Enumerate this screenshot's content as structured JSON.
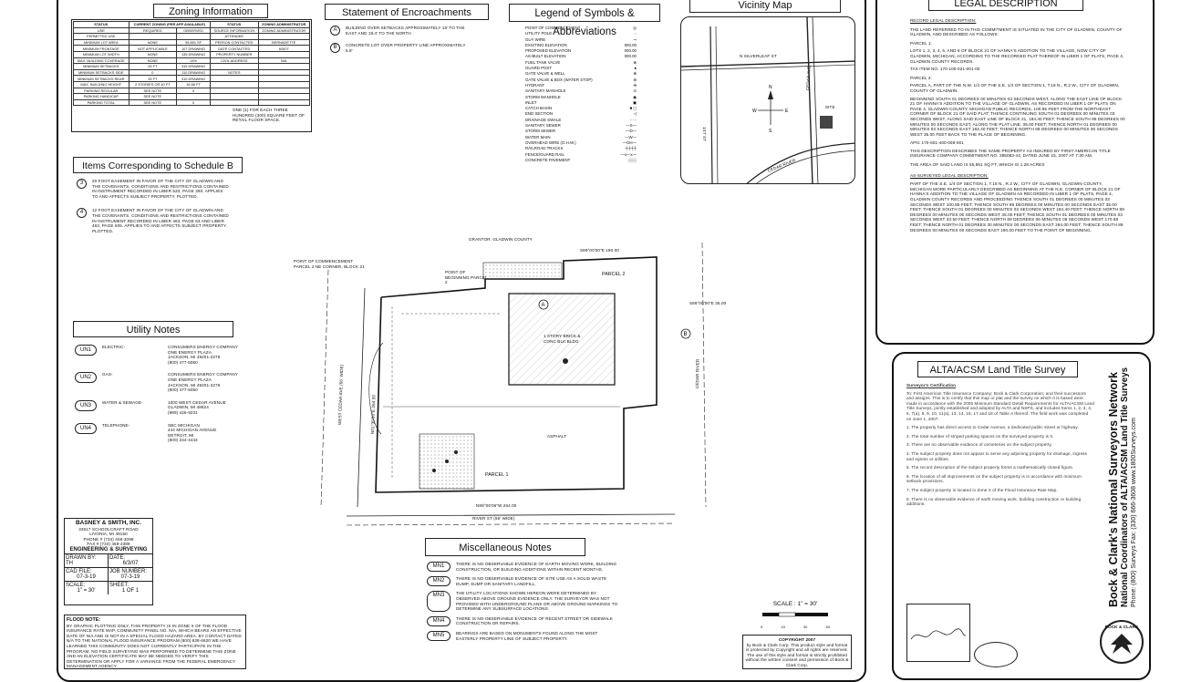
{
  "zoning": {
    "title": "Zoning Information",
    "header": [
      "STATUS",
      "CURRENT ZONING (PER APP AVAILABLE)",
      "STATUS",
      "ZONING ADMINISTRATOR"
    ],
    "rows": [
      [
        "USE",
        "REQUIRED",
        "OBSERVED",
        "SOURCE INFORMATION",
        "ZONING ADMINISTRATOR"
      ],
      [
        "PERMITTED USE",
        "",
        "",
        "ATTENDEE",
        ""
      ],
      [
        "MINIMUM LOT AREA",
        "NONE",
        "55,851 SF",
        "PERSON CONTACTED",
        "BERNADETTE"
      ],
      [
        "MINIMUM FRONTAGE",
        "NOT APPLICABLE",
        "107 DRAWING",
        "DATE CONTACTED",
        "6/5/07"
      ],
      [
        "MINIMUM LOT WIDTH",
        "NONE",
        "135 DRAWING",
        "PROPERTY NUMBER",
        ""
      ],
      [
        "MAX. BUILDING COVERAGE",
        "NONE",
        "14%",
        "CIVIL ADDRESS",
        "N/A"
      ],
      [
        "MINIMUM SETBACKS",
        "25 FT",
        "315 DRAWING",
        "",
        ""
      ],
      [
        "MINIMUM SETBACKS SIDE",
        "0",
        "110 DRAWING",
        "NOTES",
        ""
      ],
      [
        "MINIMUM SETBACKS REAR",
        "25 FT",
        "310 DRAWING",
        "",
        ""
      ],
      [
        "MAX. BUILDING HEIGHT",
        "2 STORIES OR 40 FT",
        "16.56 FT",
        "",
        ""
      ],
      [
        "PARKING REGULAR",
        "SEE NOTE",
        "0",
        "",
        ""
      ],
      [
        "PARKING HANDICAP",
        "SEE NOTE",
        "",
        "",
        ""
      ],
      [
        "PARKING TOTAL",
        "SEE NOTE",
        "0",
        "",
        ""
      ]
    ],
    "note": "ONE (1) FOR EACH THREE HUNDRED (300) SQUARE FEET OF RETAIL FLOOR SPACE."
  },
  "encroachments": {
    "title": "Statement of Encroachments",
    "items": [
      {
        "id": "A",
        "text": "BUILDING OVER SETBACKS APPROXIMATELY 15' TO THE EAST AND 19.4' TO THE NORTH"
      },
      {
        "id": "B",
        "text": "CONCRETE LOT OVER PROPERTY LINE APPROXIMATELY 5.8'"
      }
    ]
  },
  "legend": {
    "title": "Legend of Symbols & Abbreviations",
    "items": [
      {
        "label": "POINT OF COMMENCEMENT",
        "sym": "◎"
      },
      {
        "label": "UTILITY POLE",
        "sym": "◌"
      },
      {
        "label": "GUY WIRE",
        "sym": "⊸"
      },
      {
        "label": "EXISTING ELEVATION",
        "sym": "000.00"
      },
      {
        "label": "PROPOSED ELEVATION",
        "sym": "000.00"
      },
      {
        "label": "AS-BUILT ELEVATION",
        "sym": "000.00"
      },
      {
        "label": "FUEL TANK VALVE",
        "sym": "⊗"
      },
      {
        "label": "GUARD POST",
        "sym": "●"
      },
      {
        "label": "GATE VALVE & WELL",
        "sym": "⊕"
      },
      {
        "label": "GATE VALVE & BOX (WATER STOP)",
        "sym": "⊛"
      },
      {
        "label": "HYDRANT",
        "sym": "✣"
      },
      {
        "label": "SANITARY MANHOLE",
        "sym": "⊙"
      },
      {
        "label": "STORM MANHOLE",
        "sym": "◉"
      },
      {
        "label": "INLET",
        "sym": "▣"
      },
      {
        "label": "CATCH BASIN",
        "sym": "■ ◻"
      },
      {
        "label": "END SECTION",
        "sym": "◁"
      },
      {
        "label": "DRAINAGE SWALE",
        "sym": "- - -"
      },
      {
        "label": "SANITARY SEWER",
        "sym": "—S—"
      },
      {
        "label": "STORM SEWER",
        "sym": "—D—"
      },
      {
        "label": "WATER MAIN",
        "sym": "—W—"
      },
      {
        "label": "OVERHEAD WIRE (O.H.W.)",
        "sym": "—OH—"
      },
      {
        "label": "RAILROAD TRACKS",
        "sym": "┼┼┼┼"
      },
      {
        "label": "FENCE/GUARD RAIL",
        "sym": "—x—x—"
      },
      {
        "label": "CONCRETE PAVEMENT",
        "sym": "░░░"
      }
    ]
  },
  "vicinity": {
    "title": "Vicinity Map",
    "labels": {
      "street1": "N SILVERLEAF ST",
      "street2": "1ST ST",
      "street3": "CEDAR AVE",
      "river": "CEDAR RIVER",
      "site": "SITE"
    }
  },
  "legal": {
    "title": "LEGAL DESCRIPTION",
    "heading1": "RECORD LEGAL DESCRIPTION:",
    "intro": "THE LAND REFERRED TO IN THIS COMMITMENT IS SITUATED IN THE CITY OF GLADWIN, COUNTY OF GLADWIN, AND DESCRIBED AS FOLLOWS:",
    "parcel1_head": "PARCEL 1:",
    "parcel1": "LOTS 1, 2, 3, 4, 5, AND 6 OF BLOCK 21 OF HANNA'S ADDITION TO THE VILLAGE, NOW CITY OF GLADWIN, MICHIGAN, ACCORDING TO THE RECORDED PLAT THEREOF IN LIBER 1 OF PLATS, PAGE 4, GLADWIN COUNTY RECORDS.",
    "tax1": "TAX ITEM NO. 170-100-021-001-00",
    "parcel2_head": "PARCEL 2:",
    "parcel2": "PARCEL A, PART OF THE N.W. 1/4 OF THE S.E. 1/4 OF SECTION 1, T.18 N., R.2 W., CITY OF GLADWIN, COUNTY OF GLADWIN.",
    "parcel2_body": "BEGINNING SOUTH 01 DEGREES 00 MINUTES 03 SECONDS WEST, ALONG THE EAST LINE OF BLOCK 21 OF HANNA'S ADDITION TO THE VILLAGE OF GLADWIN, AS RECORDED IN LIBER 1 OF PLATS ON PAGE 4, GLADWIN COUNTY, MICHIGAN PUBLIC RECORDS, 100.85 FEET FROM THE NORTHEAST CORNER OF BLOCK 21 OF SAID PLAT; THENCE CONTINUING SOUTH 01 DEGREES 00 MINUTES 03 SECONDS WEST, ALONG SAID EAST LINE OF BLOCK 21, 184.40 FEET; THENCE SOUTH 89 DEGREES 00 MINUTES 00 SECONDS EAST, ALONG THE PLAT LINE, 35.00 FEET; THENCE NORTH 01 DEGREES 00 MINUTES 03 SECONDS EAST 184.40 FEET; THENCE NORTH 89 DEGREES 00 MINUTES 00 SECONDS WEST 35.00 FEET BACK TO THE PLACE OF BEGINNING.",
    "apn": "APN: 170-601-400-008-001",
    "same": "THIS DESCRIPTION DESCRIBES THE SAME PROPERTY AS INSURED BY FIRST AMERICAN TITLE INSURANCE COMPANY COMMITMENT NO. 285083-44, DATED JUNE 15, 2007 AT 7:30 AM.",
    "area": "THE AREA OF SAID LAND IS 55,851 SQ FT, WHICH IS 1.28 ACRES",
    "heading2": "AS-SURVEYED LEGAL DESCRIPTION:",
    "surveyed": "PART OF THE S.E. 1/4 OF SECTION 1, T.18 N., R.2 W., CITY OF GLADWIN, GLADWIN COUNTY, MICHIGAN MORE PARTICULARLY DESCRIBED AS BEGINNING AT THE N.E. CORNER OF BLOCK 21 OF HANNA'S ADDITION TO THE VILLAGE OF GLADWIN AS RECORDED IN LIBER 1 OF PLATS, PAGE 4, GLADWIN COUNTY RECORDS AND PROCEEDING THENCE SOUTH 01 DEGREES 00 MINUTES 03 SECONDS WEST 100.85 FEET; THENCE SOUTH 89 DEGREES 00 MINUTES 00 SECONDS EAST 35.00 FEET; THENCE SOUTH 01 DEGREES 00 MINUTES 03 SECONDS WEST 184.40 FEET; THENCE NORTH 89 DEGREES 00 MINUTES 00 SECONDS WEST 35.00 FEET; THENCE SOUTH 01 DEGREES 00 MINUTES 03 SECONDS WEST 33.50 FEET; THENCE NORTH 89 DEGREES 06 MINUTES 06 SECONDS WEST 170.68 FEET; THENCE NORTH 01 DEGREES 30 MINUTES 00 SECONDS EAST 264.00 FEET; THENCE SOUTH 89 DEGREES 00 MINUTES 00 SECONDS EAST 190.00 FEET TO THE POINT OF BEGINNING."
  },
  "schedule_b": {
    "title": "Items Corresponding to Schedule B",
    "items": [
      {
        "id": "3",
        "text": "20 FOOT EASEMENT IN FAVOR OF THE CITY OF GLADWIN AND THE COVENANTS, CONDITIONS AND RESTRICTIONS CONTAINED IN INSTRUMENT RECORDED IN LIBER 533, PAGE 390. APPLIES TO AND AFFECTS SUBJECT PROPERTY. PLOTTED."
      },
      {
        "id": "4",
        "text": "12 FOOT EASEMENT IN FAVOR OF THE CITY OF GLADWIN AND THE COVENANTS, CONDITIONS AND RESTRICTIONS CONTAINED IN INSTRUMENT RECORDED IN LIBER 463, PAGE 63 AND LIBER 463, PAGE 605. APPLIES TO AND AFFECTS SUBJECT PROPERTY. PLOTTED."
      }
    ]
  },
  "utility": {
    "title": "Utility Notes",
    "items": [
      {
        "id": "UN1",
        "type": "ELECTRIC-",
        "lines": [
          "CONSUMERS ENERGY COMPANY",
          "ONE ENERGY PLAZA",
          "JACKSON, MI 49201-2276",
          "(800) 477-5050"
        ]
      },
      {
        "id": "UN2",
        "type": "GAS-",
        "lines": [
          "CONSUMERS ENERGY COMPANY",
          "ONE ENERGY PLAZA",
          "JACKSON, MI 49201-2276",
          "(800) 477-5050"
        ]
      },
      {
        "id": "UN3",
        "type": "WATER & SEWAGE-",
        "lines": [
          "1000 WEST CEDAR AVENUE",
          "GLADWIN, MI 48624",
          "(989) 426-9231"
        ]
      },
      {
        "id": "UN4",
        "type": "TELEPHONE-",
        "lines": [
          "SBC MICHIGAN",
          "444 MICHIGAN AVENUE",
          "DETROIT, MI",
          "(800) 244-4444"
        ]
      }
    ]
  },
  "firm": {
    "name": "BASNEY & SMITH, INC.",
    "addr1": "33517 SCHOOLCRAFT ROAD",
    "addr2": "LIVONIA, MI 48150",
    "phone": "PHONE # (734) 458-3098",
    "fax": "FAX # (734) 458-2389",
    "service": "ENGINEERING & SURVEYING",
    "drawn_by_label": "DRAWN BY:",
    "drawn_by": "TH",
    "date_label": "DATE:",
    "date": "6/3/07",
    "cad_label": "CAD FILE:",
    "cad": "07-3-19",
    "job_label": "JOB NUMBER:",
    "job": "07-3-19",
    "scale_label": "SCALE:",
    "scale": "1\" = 30'",
    "sheet_label": "SHEET:",
    "sheet": "1 OF 1"
  },
  "flood": {
    "title": "FLOOD NOTE:",
    "text": "BY GRAPHIC PLOTTING ONLY, THIS PROPERTY IS IN ZONE X OF THE FLOOD INSURANCE RATE MAP, COMMUNITY PANEL NO. N/A, WHICH BEARS AN EFFECTIVE DATE OF N/A AND IS NOT IN A SPECIAL FLOOD HAZARD AREA. BY CONTACT DATED N/A TO THE NATIONAL FLOOD INSURANCE PROGRAM (800) 638-6620 WE HAVE LEARNED THIS COMMUNITY DOES NOT CURRENTLY PARTICIPATE IN THE PROGRAM. NO FIELD SURVEYING WAS PERFORMED TO DETERMINE THIS ZONE AND AN ELEVATION CERTIFICATE MAY BE NEEDED TO VERIFY THIS DETERMINATION OR APPLY FOR A VARIANCE FROM THE FEDERAL EMERGENCY MANAGEMENT AGENCY."
  },
  "misc": {
    "title": "Miscellaneous Notes",
    "items": [
      {
        "id": "MN1",
        "text": "THERE IS NO OBSERVABLE EVIDENCE OF EARTH MOVING WORK, BUILDING CONSTRUCTION, OR BUILDING ADDITIONS WITHIN RECENT MONTHS."
      },
      {
        "id": "MN2",
        "text": "THERE IS NO OBSERVABLE EVIDENCE OF SITE USE AS A SOLID WASTE DUMP, SUMP OR SANITARY LANDFILL."
      },
      {
        "id": "MN3",
        "text": "THE UTILITY LOCATIONS SHOWN HEREON WERE DETERMINED BY OBSERVED ABOVE GROUND EVIDENCE ONLY. THE SURVEYOR WAS NOT PROVIDED WITH UNDERGROUND PLANS OR ABOVE GROUND MARKINGS TO DETERMINE ANY SUBSURFACE LOCATIONS."
      },
      {
        "id": "MN4",
        "text": "THERE IS NO OBSERVABLE EVIDENCE OF RECENT STREET OR SIDEWALK CONSTRUCTION OR REPAIRS."
      },
      {
        "id": "MN5",
        "text": "BEARINGS ARE BASED ON MONUMENTS FOUND ALONG THE MOST EASTERLY PROPERTY LINE OF SUBJECT PROPERTY."
      }
    ]
  },
  "scale_bar": {
    "label": "SCALE : 1\" = 30'",
    "ticks": [
      "0",
      "15",
      "30",
      "60"
    ]
  },
  "copyright": {
    "title": "COPYRIGHT 2007",
    "text": "by Bock & Clark Corp. This product style and format is protected by Copyright and all rights are reserved. The use of this style and format is strictly prohibited without the written consent and permission of Bock & Clark Corp."
  },
  "alta": {
    "title": "ALTA/ACSM Land Title Survey",
    "cert_head": "Surveyor's Certification",
    "cert_text": "To: First American Title Insurance Company; Bock & Clark Corporation; and their successors and assigns. This is to certify that this map or plat and the survey on which it is based were made in accordance with the 2005 Minimum Standard Detail Requirements for ALTA/ACSM Land Title Surveys, jointly established and adopted by ALTA and NSPS, and includes Items 1, 2, 3, 4, 6, 7(a), 8, 9, 10, 11(a), 13, 14, 16, 17 and 18 of Table A thereof. The field work was completed on June 1, 2007.",
    "notes": [
      "1. The property has direct access to Cedar Avenue, a dedicated public street or highway.",
      "2. The total number of striped parking spaces on the surveyed property is 0.",
      "3. There are no observable evidence of cemeteries on the subject property.",
      "4. The subject property does not appear to serve any adjoining property for drainage, ingress and egress or utilities.",
      "5. The record description of the subject property forms a mathematically closed figure.",
      "6. The location of all improvements on the subject property is in accordance with minimum setback provisions.",
      "7. The subject property is located in Zone X of the Flood Insurance Rate Map.",
      "8. There is no observable evidence of earth moving work, building construction or building additions."
    ],
    "brand_line1": "Bock & Clark's National Surveyors Network",
    "brand_line2": "National Coordinators of ALTA/ACSM Land Title Surveys",
    "brand_line3": "Phone: (800) Surveys Fax: (330) 666-3608 www.1800Surveys.com",
    "seal": "BOCK & CLARK"
  },
  "plat": {
    "labels": {
      "poc": "POINT OF COMMENCEMENT PARCEL 2 NE CORNER, BLOCK 21",
      "pob": "POINT OF BEGINNING PARCEL 2",
      "parcel1": "PARCEL 1",
      "parcel2": "PARCEL 2",
      "asphalt": "ASPHALT",
      "cedar_street": "WEST CEDAR AVE (66' WIDE)",
      "cedar_east": "CEDAR RIVER",
      "river_st": "RIVER ST (66' WIDE)",
      "brg_top": "S89°00'00\"E 190.00",
      "brg_bottom": "N89°06'06\"W 264.00",
      "brg_right": "S89°00'00\"E 35.00",
      "brg_left": "N01°30'00\"E 264.00",
      "building": "1 STORY BRICK & CONC BLK BLDG",
      "owner": "GRANTOR: GLADWIN COUNTY"
    }
  }
}
